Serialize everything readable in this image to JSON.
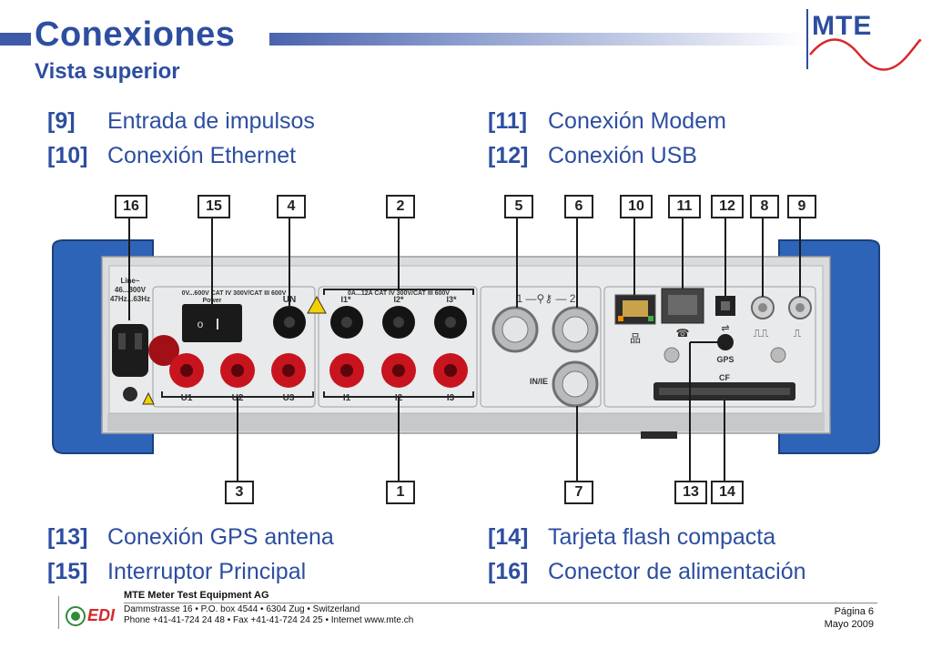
{
  "header": {
    "title": "Conexiones",
    "subtitle": "Vista superior",
    "logo_text": "MTE"
  },
  "legend": [
    {
      "num": "[9]",
      "label": "Entrada de impulsos"
    },
    {
      "num": "[10]",
      "label": "Conexión Ethernet"
    },
    {
      "num": "[11]",
      "label": "Conexión Modem"
    },
    {
      "num": "[12]",
      "label": "Conexión USB"
    },
    {
      "num": "[13]",
      "label": "Conexión GPS antena"
    },
    {
      "num": "[15]",
      "label": "Interruptor Principal"
    },
    {
      "num": "[14]",
      "label": "Tarjeta flash compacta"
    },
    {
      "num": "[16]",
      "label": "Conector de alimentación"
    }
  ],
  "callouts": {
    "top": [
      "16",
      "15",
      "4",
      "2",
      "5",
      "6",
      "10",
      "11",
      "12",
      "8",
      "9"
    ],
    "bottom": [
      "3",
      "1",
      "7",
      "13",
      "14"
    ]
  },
  "panel_labels": {
    "line": "Line~",
    "line_v": "46...800V",
    "line_hz": "47Hz...63Hz",
    "power_rating": "0V...600V CAT IV 300V/CAT III 600V",
    "power": "Power",
    "un": "UN",
    "current_rating": "0A...12A CAT IV 300V/CAT III 600V",
    "i1s": "I1*",
    "i2s": "I2*",
    "i3s": "I3*",
    "u1": "U1",
    "u2": "U2",
    "u3": "U3",
    "i1": "I1",
    "i2": "I2",
    "i3": "I3",
    "inie": "IN/IE",
    "gps": "GPS",
    "cf": "CF"
  },
  "footer": {
    "company": "MTE Meter Test Equipment AG",
    "address": "Dammstrasse 16 • P.O. box 4544 • 6304 Zug • Switzerland",
    "phone": "Phone +41-41-724 24 48 • Fax +41-41-724 24 25 • Internet www.mte.ch",
    "page": "Página 6",
    "date": "Mayo 2009",
    "edi": "EDI"
  },
  "colors": {
    "brand_blue": "#2d4ea0",
    "panel_blue": "#2e64b8",
    "terminal_red": "#c8141e",
    "terminal_black": "#141414"
  }
}
